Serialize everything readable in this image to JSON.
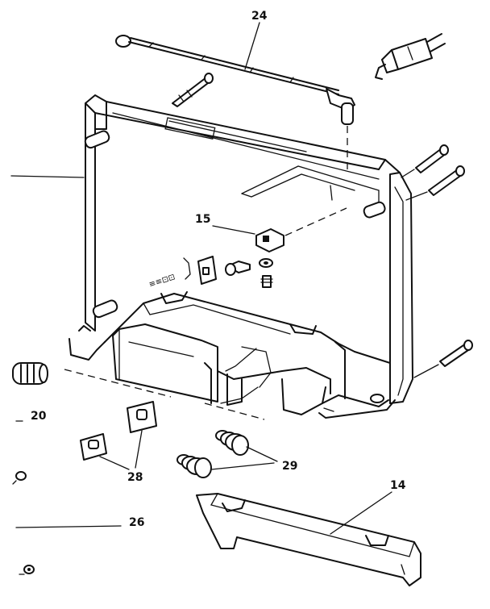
{
  "diagram": {
    "labels": {
      "antenna": "24",
      "bracket": "15",
      "spring": "20",
      "contact": "28",
      "battery_spring": "29",
      "battery_cover": "14",
      "screw": "26"
    }
  }
}
